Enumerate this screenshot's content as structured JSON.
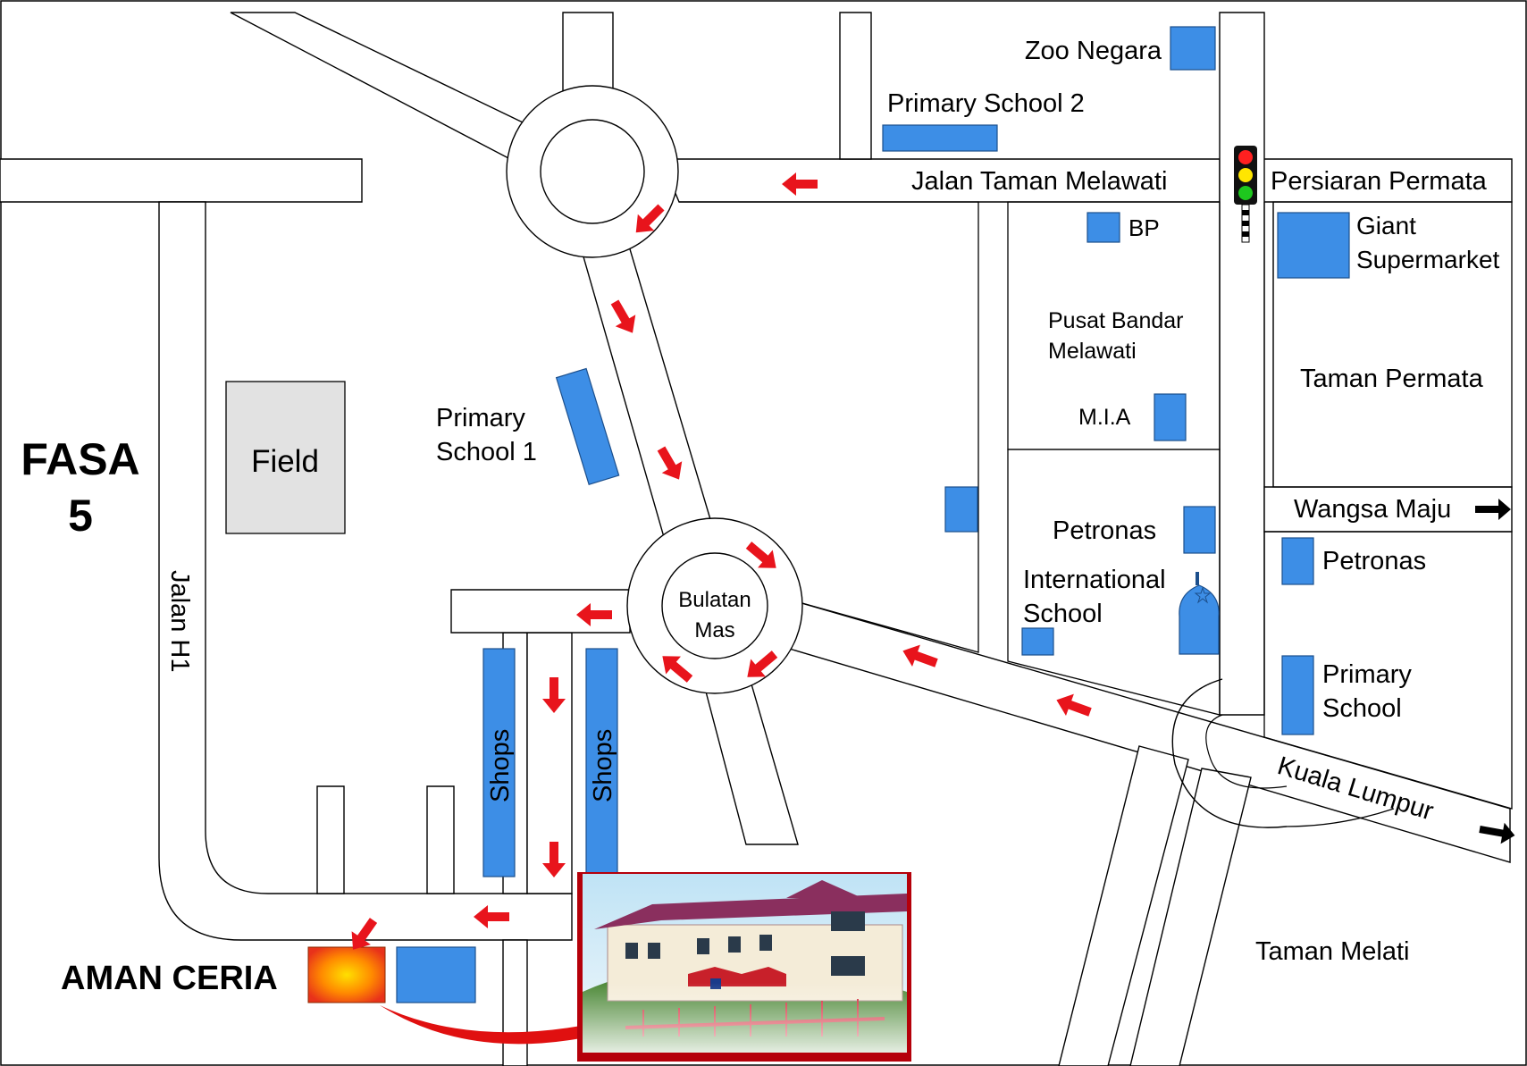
{
  "labels": {
    "zoo": "Zoo Negara",
    "primary_school_2": "Primary School 2",
    "jalan_taman_melawati": "Jalan Taman Melawati",
    "persiaran_permata": "Persiaran Permata",
    "bp": "BP",
    "giant_line1": "Giant",
    "giant_line2": "Supermarket",
    "pusat_line1": "Pusat Bandar",
    "pusat_line2": "Melawati",
    "taman_permata": "Taman Permata",
    "mia": "M.I.A",
    "primary_school_1_line1": "Primary",
    "primary_school_1_line2": "School 1",
    "field": "Field",
    "fasa_line1": "FASA",
    "fasa_line2": "5",
    "jalan_h1": "Jalan H1",
    "wangsa_maju": "Wangsa Maju",
    "petronas_1": "Petronas",
    "petronas_2": "Petronas",
    "intl_line1": "International",
    "intl_line2": "School",
    "bulatan_line1": "Bulatan",
    "bulatan_line2": "Mas",
    "primary_school_line1": "Primary",
    "primary_school_line2": "School",
    "shops_1": "Shops",
    "shops_2": "Shops",
    "kuala_lumpur": "Kuala Lumpur",
    "taman_melati": "Taman Melati",
    "aman_ceria": "AMAN CERIA"
  },
  "icons": {
    "traffic_light": "traffic-light-icon",
    "mosque": "mosque-icon",
    "direction_arrow": "arrow-icon"
  },
  "colors": {
    "building": "#3d8ee6",
    "arrow": "#e8141c",
    "field": "#e2e2e2",
    "destination": "#ff7a00"
  }
}
